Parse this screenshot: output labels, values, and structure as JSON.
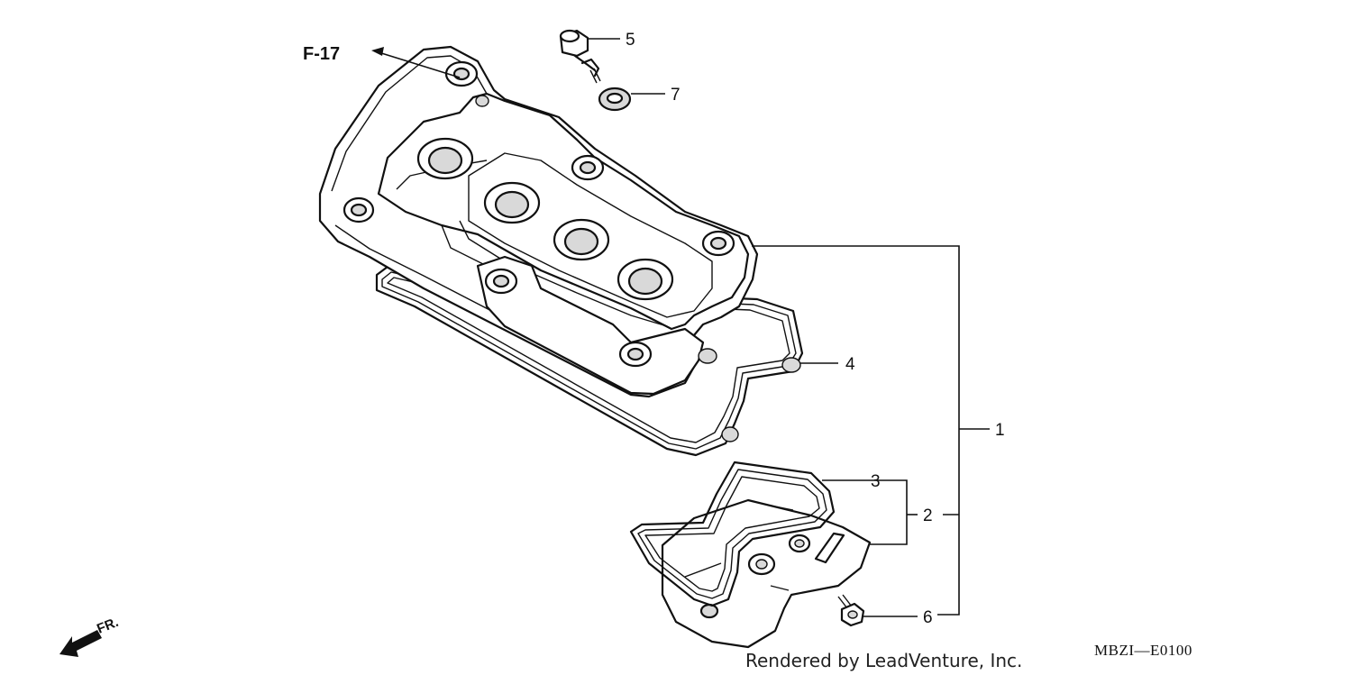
{
  "diagram": {
    "reference": "F-17",
    "callouts": [
      {
        "id": "1",
        "label": "1"
      },
      {
        "id": "2",
        "label": "2"
      },
      {
        "id": "3",
        "label": "3"
      },
      {
        "id": "4",
        "label": "4"
      },
      {
        "id": "5",
        "label": "5"
      },
      {
        "id": "6",
        "label": "6"
      },
      {
        "id": "7",
        "label": "7"
      }
    ],
    "direction_label": "FR.",
    "credit": "Rendered by LeadVenture, Inc.",
    "code": "MBZI—E0100"
  }
}
